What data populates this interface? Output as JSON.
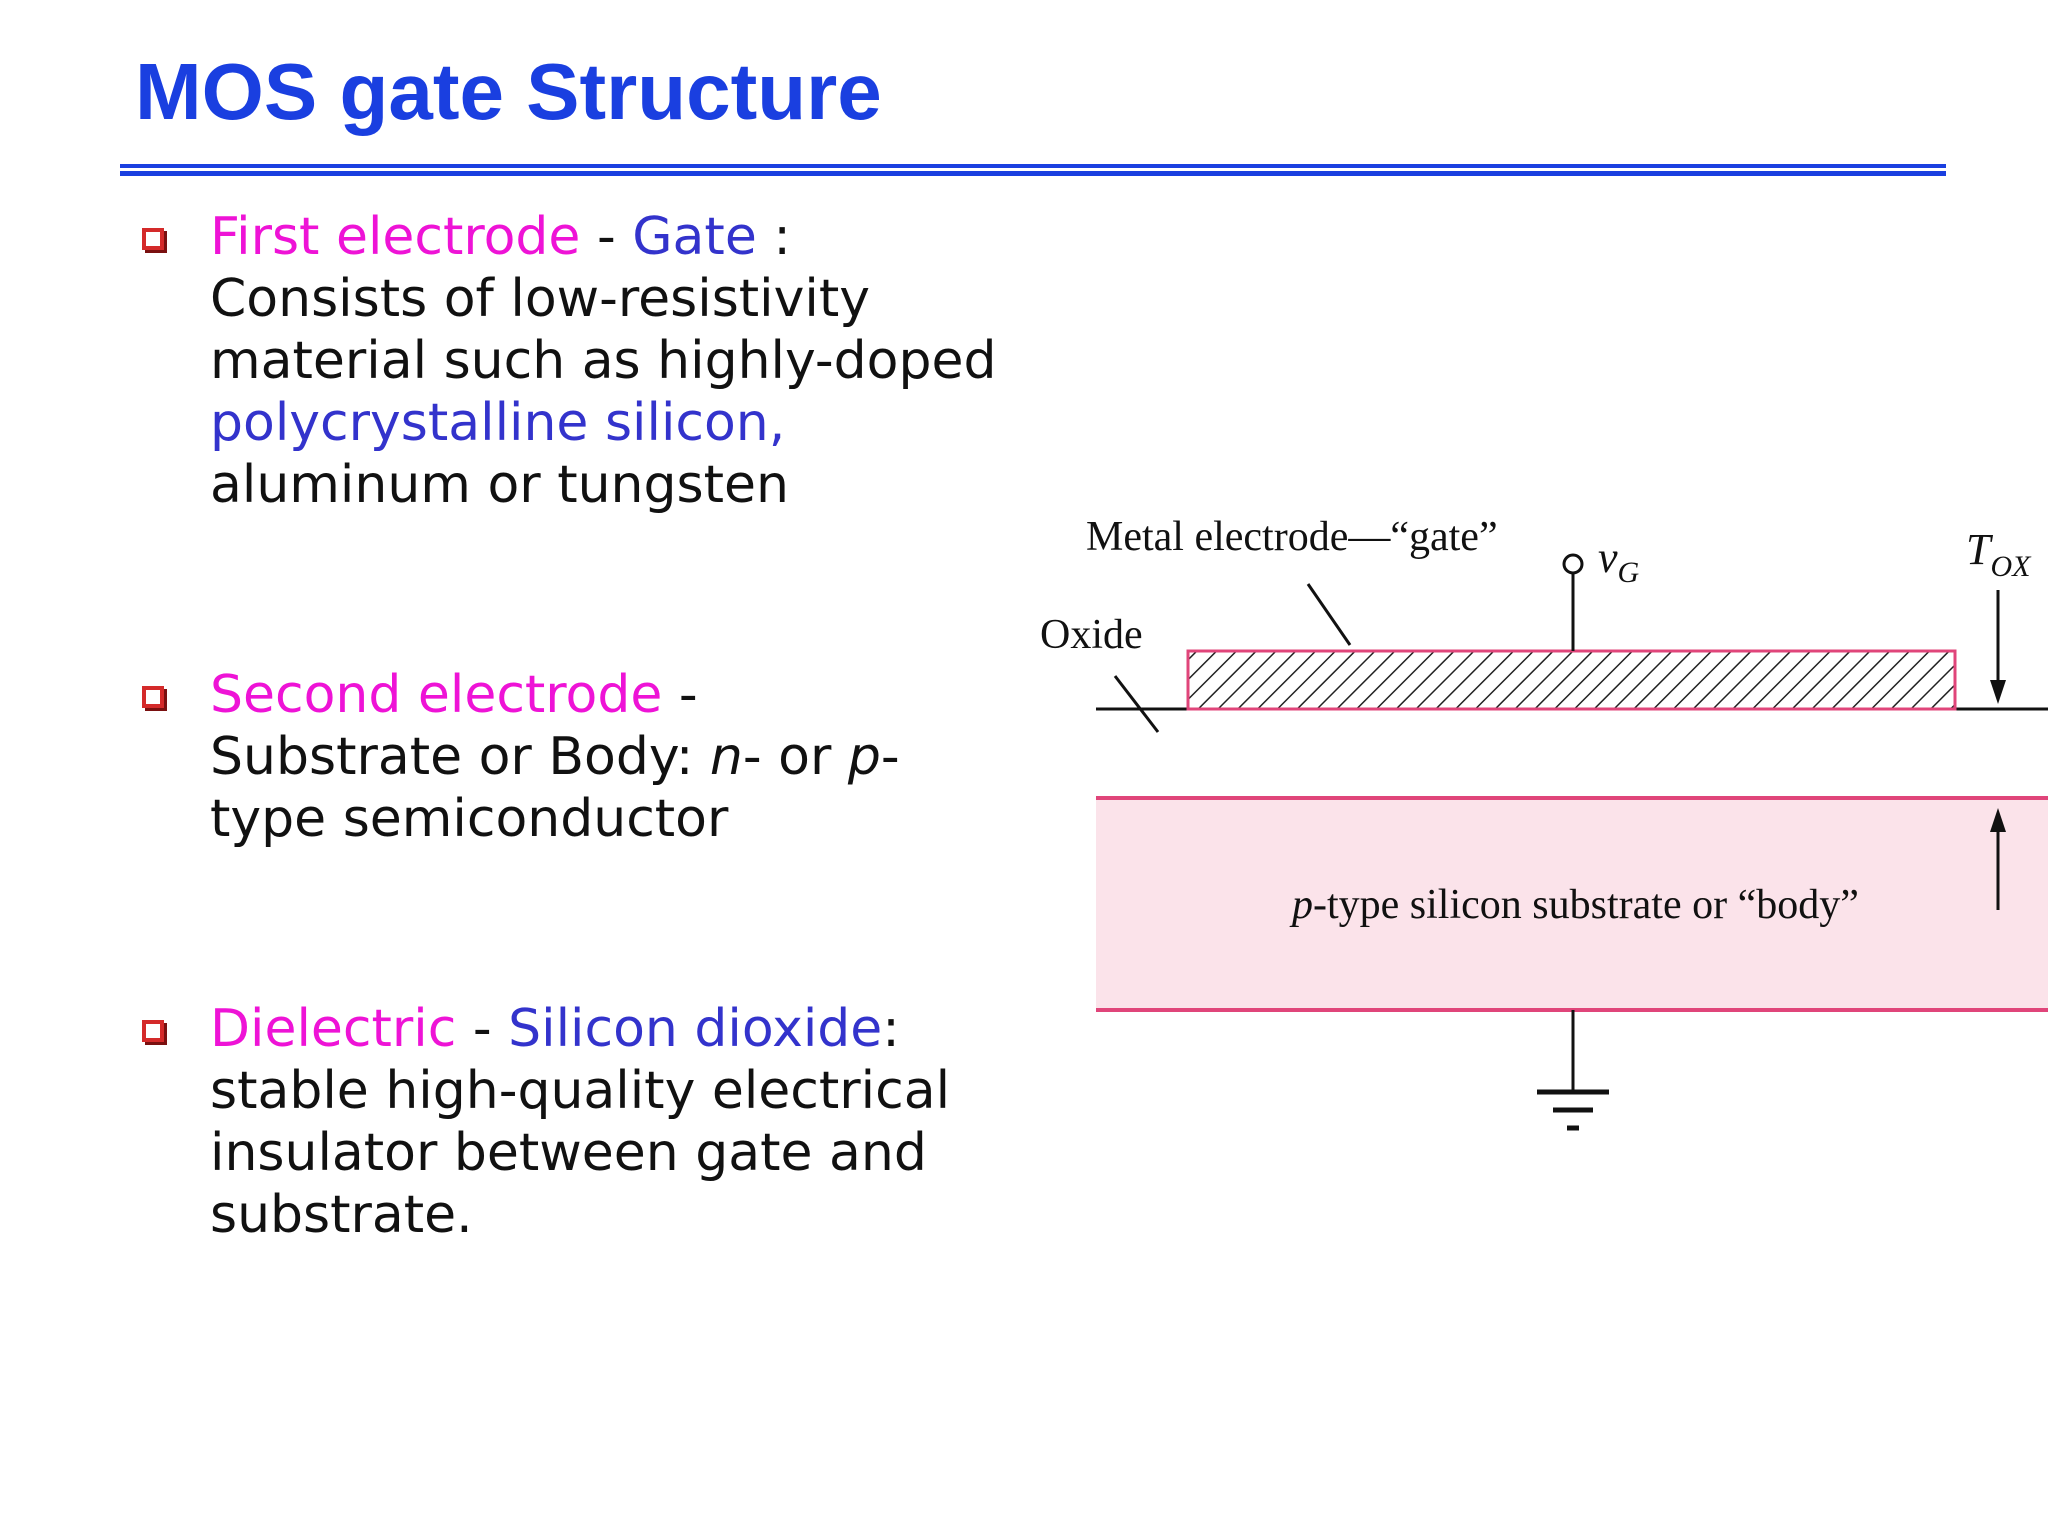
{
  "title": "MOS gate Structure",
  "bullets": [
    {
      "head": "First electrode",
      "sep": " - ",
      "head2": "Gate",
      "tail": " :",
      "body": "Consists of  low-resistivity material such as highly-doped",
      "highlight": "polycrystalline silicon,",
      "body2": "aluminum or tungsten"
    },
    {
      "head": "Second electrode",
      "sep": " -",
      "body_a": "Substrate or Body: ",
      "n": "n",
      "body_b": "- or ",
      "p": "p",
      "body_c": "-",
      "body2": "type semiconductor"
    },
    {
      "head": "Dielectric",
      "sep": " - ",
      "head2": "Silicon dioxide",
      "tail": ":",
      "body": "stable high-quality electrical insulator between gate and substrate."
    }
  ],
  "diagram": {
    "metal_label": "Metal electrode—“gate”",
    "oxide_label": "Oxide",
    "vg_v": "v",
    "vg_sub": "G",
    "tox_t": "T",
    "tox_sub": "OX",
    "substrate_p": "p",
    "substrate_label": "-type silicon substrate or “body”"
  },
  "colors": {
    "title": "#1a3fe0",
    "magenta": "#ee13d6",
    "blue": "#3333cc",
    "substrate_fill": "#fbe3ea",
    "electrode_line": "#e0457a"
  }
}
